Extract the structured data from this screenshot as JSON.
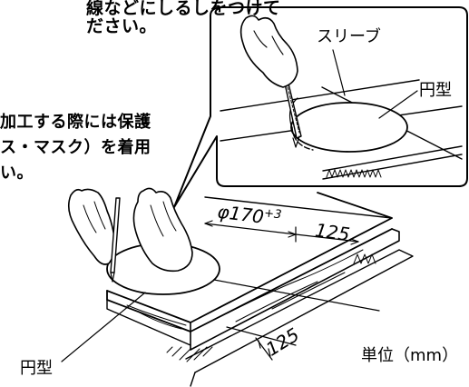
{
  "instructions": {
    "line1": "線などにしるしをつけて",
    "line2": "ださい。",
    "caution_line1": "加工する際には保護",
    "caution_line2": "ス・マスク）を着用",
    "caution_line3": "い。"
  },
  "callout": {
    "sleeve_label": "スリーブ",
    "template_label": "円型"
  },
  "dimensions": {
    "diameter_symbol": "φ",
    "diameter_value": "170",
    "tolerance": "+3",
    "right_offset": "125",
    "front_offset": "125"
  },
  "main": {
    "template_label": "円型",
    "unit_label": "単位（mm）"
  }
}
